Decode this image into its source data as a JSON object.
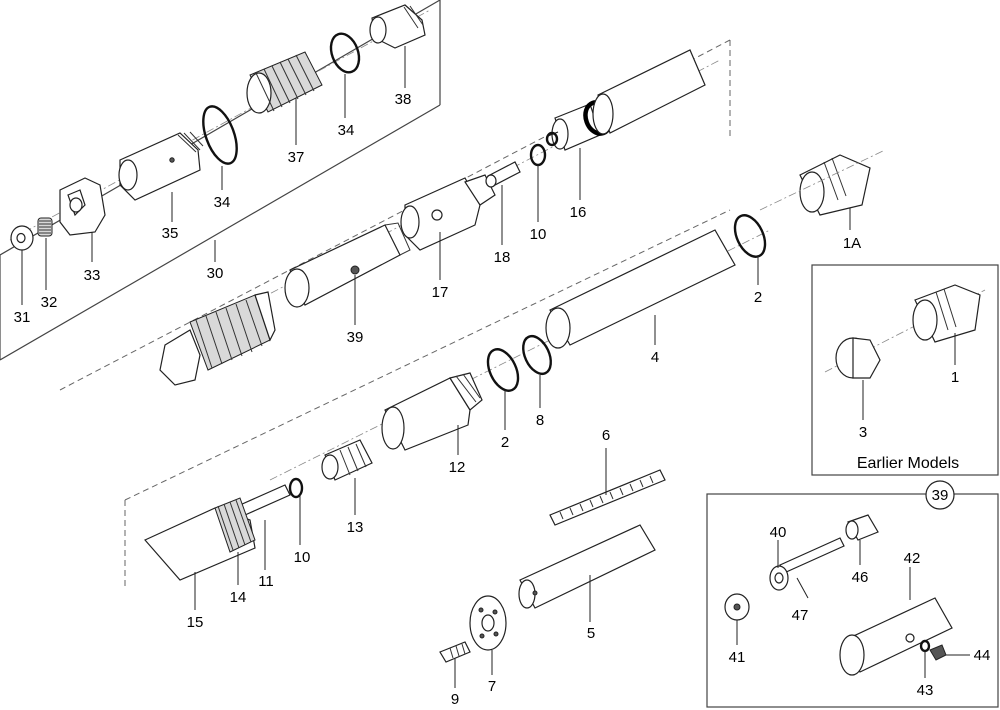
{
  "callouts": {
    "c31": "31",
    "c32": "32",
    "c33": "33",
    "c35": "35",
    "c30": "30",
    "c34a": "34",
    "c37": "37",
    "c34b": "34",
    "c38": "38",
    "c39": "39",
    "c17": "17",
    "c18": "18",
    "c10a": "10",
    "c16": "16",
    "c1A": "1A",
    "c2a": "2",
    "c4": "4",
    "c8": "8",
    "c2b": "2",
    "c12": "12",
    "c13": "13",
    "c10b": "10",
    "c11": "11",
    "c14": "14",
    "c15": "15",
    "c6": "6",
    "c5": "5",
    "c7": "7",
    "c9": "9",
    "c1": "1",
    "c3": "3",
    "c40": "40",
    "c46": "46",
    "c42": "42",
    "c47": "47",
    "c41": "41",
    "c44": "44",
    "c43": "43"
  },
  "inset_earlier": {
    "title": "Earlier Models"
  },
  "inset_39": {
    "badge": "39"
  }
}
